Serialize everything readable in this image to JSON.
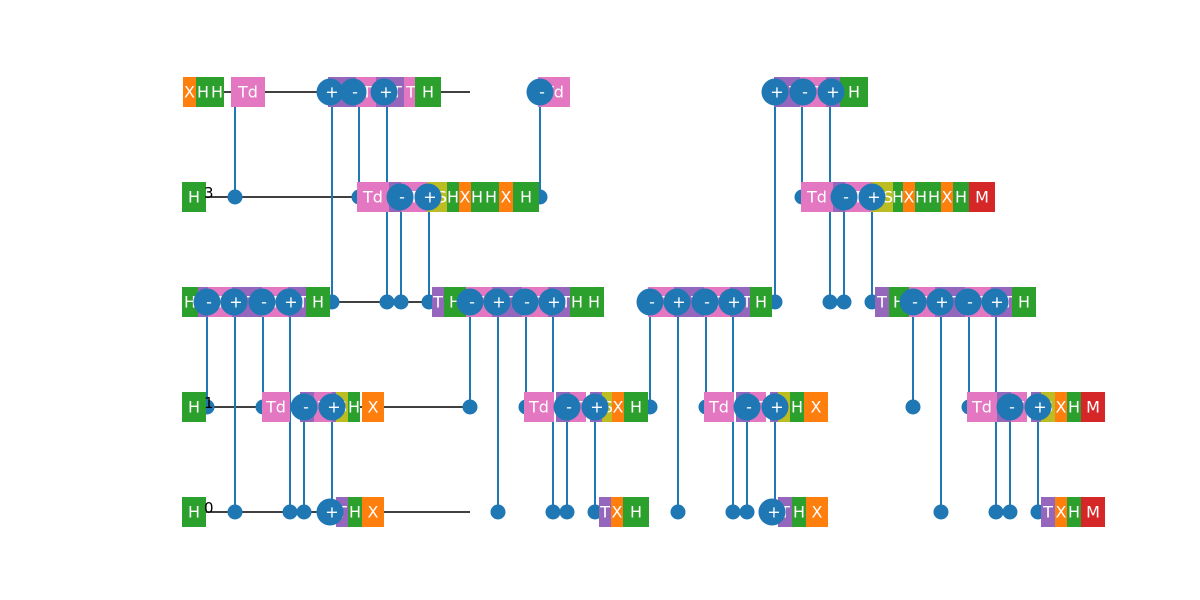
{
  "colors": {
    "wire": "#000000",
    "control": "#1f77b4",
    "H": "#2ca02c",
    "X": "#ff7f0e",
    "T": "#e377c2",
    "Td": "#e377c2",
    "S": "#bcbd22",
    "Tp": "#9467bd",
    "M": "#d62728",
    "text": "#ffffff"
  },
  "wire_labels": [
    "3",
    "1",
    "0"
  ],
  "gate_symbols": {
    "hadamard": "H",
    "not": "X",
    "t": "T",
    "t_dagger": "Td",
    "s": "S",
    "measure": "M",
    "target_plus": "+",
    "target_minus": "-"
  }
}
